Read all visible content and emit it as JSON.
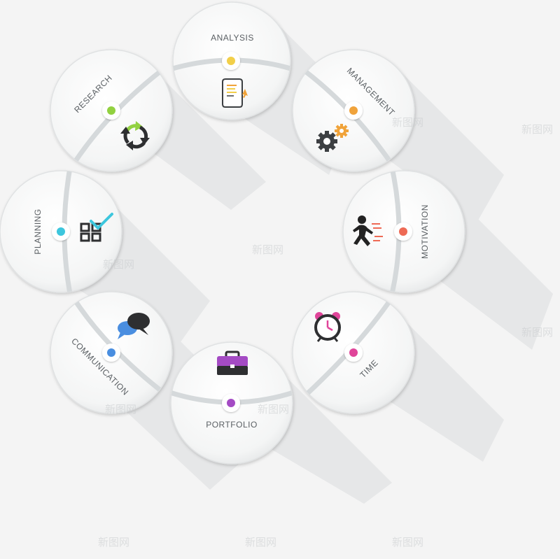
{
  "diagram": {
    "nodes": [
      {
        "id": "analysis",
        "label": "ANALYSIS",
        "dot_color": "#f2cf4a",
        "icon": "document-scroll-icon"
      },
      {
        "id": "management",
        "label": "MANAGEMENT",
        "dot_color": "#f0a33a",
        "icon": "gears-icon"
      },
      {
        "id": "motivation",
        "label": "MOTIVATION",
        "dot_color": "#ee6a55",
        "icon": "running-man-icon"
      },
      {
        "id": "time",
        "label": "TIME",
        "dot_color": "#e0459a",
        "icon": "alarm-clock-icon"
      },
      {
        "id": "portfolio",
        "label": "PORTFOLIO",
        "dot_color": "#a44bc4",
        "icon": "briefcase-icon"
      },
      {
        "id": "communication",
        "label": "COMMUNICATION",
        "dot_color": "#4a8ee0",
        "icon": "speech-bubbles-icon"
      },
      {
        "id": "planning",
        "label": "PLANNING",
        "dot_color": "#3cc6dd",
        "icon": "checklist-grid-icon"
      },
      {
        "id": "research",
        "label": "RESEARCH",
        "dot_color": "#92d141",
        "icon": "recycle-arrows-icon"
      }
    ]
  }
}
